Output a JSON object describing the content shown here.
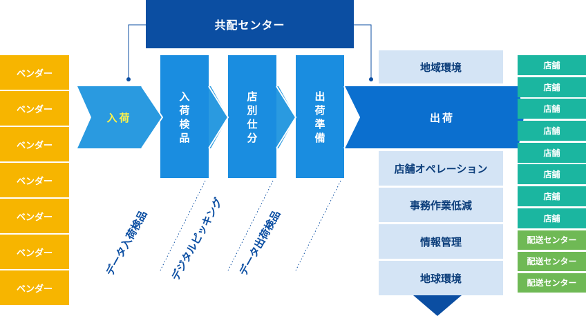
{
  "center": {
    "title": "共配センター"
  },
  "vendors": [
    "ベンダー",
    "ベンダー",
    "ベンダー",
    "ベンダー",
    "ベンダー",
    "ベンダー",
    "ベンダー"
  ],
  "flow": {
    "in_label": "入荷",
    "steps": [
      {
        "chars": [
          "入",
          "荷",
          "検",
          "品"
        ]
      },
      {
        "chars": [
          "店",
          "別",
          "仕",
          "分"
        ]
      },
      {
        "chars": [
          "出",
          "荷",
          "準",
          "備"
        ]
      }
    ],
    "out_label": "出荷"
  },
  "digital": [
    "データ入荷検品",
    "デジタルピッキング",
    "データ出荷検品"
  ],
  "right_top": "地域環境",
  "right_list": [
    "店舗オペレーション",
    "事務作業低減",
    "情報管理",
    "地球環境"
  ],
  "stores": [
    "店舗",
    "店舗",
    "店舗",
    "店舗",
    "店舗",
    "店舗",
    "店舗",
    "店舗"
  ],
  "distribution_centers": [
    "配送センター",
    "配送センター",
    "配送センター"
  ],
  "colors": {
    "center": "#0b4ea2",
    "vendor": "#f7b500",
    "chevron_light": "#2a9ae0",
    "chevron_dark": "#0b6fcf",
    "store": "#1bb6a0",
    "dc": "#6fb955",
    "right_box": "#d4e4f5"
  }
}
